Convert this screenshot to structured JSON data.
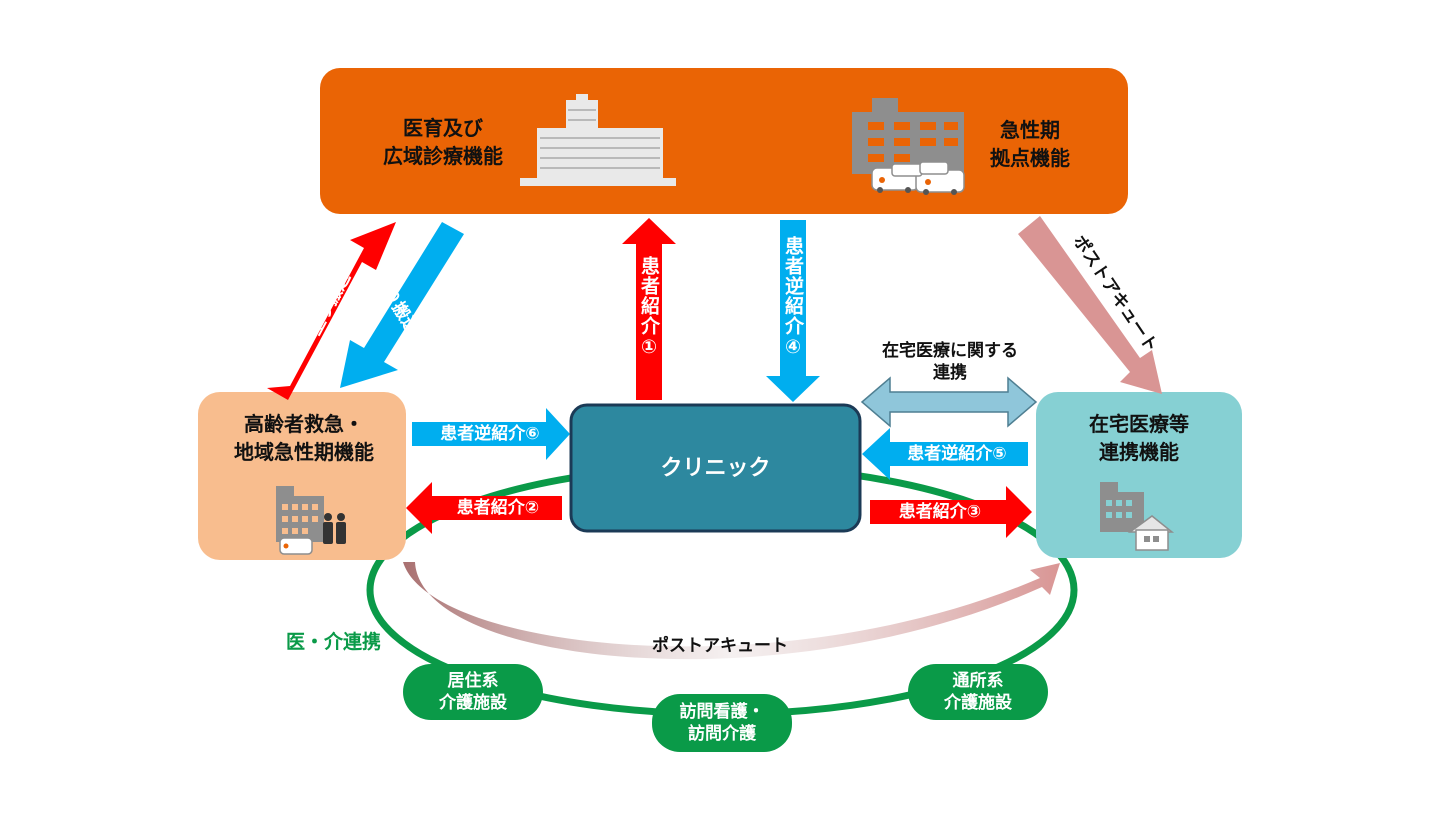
{
  "top_box": {
    "left_label_line1": "医育及び",
    "left_label_line2": "広域診療機能",
    "right_label_line1": "急性期",
    "right_label_line2": "拠点機能"
  },
  "left_box": {
    "line1": "高齢者救急・",
    "line2": "地域急性期機能"
  },
  "right_box": {
    "line1": "在宅医療等",
    "line2": "連携機能"
  },
  "clinic": {
    "label": "クリニック"
  },
  "arrows": {
    "up_transport": "上り搬送",
    "down_transport": "下り搬送",
    "referral_1": "患者紹介①",
    "reverse_referral_4": "患者逆紹介④",
    "post_acute_diag": "ポストアキュート",
    "home_care_line1": "在宅医療に関する",
    "home_care_line2": "連携",
    "reverse_referral_6": "患者逆紹介⑥",
    "referral_2": "患者紹介②",
    "reverse_referral_5": "患者逆紹介⑤",
    "referral_3": "患者紹介③",
    "post_acute_curve": "ポストアキュート"
  },
  "care_loop": {
    "label": "医・介連携",
    "residential_line1": "居住系",
    "residential_line2": "介護施設",
    "visiting_line1": "訪問看護・",
    "visiting_line2": "訪問介護",
    "daycare_line1": "通所系",
    "daycare_line2": "介護施設"
  },
  "colors": {
    "orange": "#ea6405",
    "peach": "#f8bd8e",
    "teal_light": "#86d0d3",
    "clinic_blue": "#2d889f",
    "clinic_border": "#1b3a56",
    "red": "#ff0000",
    "blue": "#00aeef",
    "pink": "#d99594",
    "green": "#0a9a48",
    "gray_icon": "#8e8e8e",
    "light_blue_arrow": "#8fc6da"
  }
}
